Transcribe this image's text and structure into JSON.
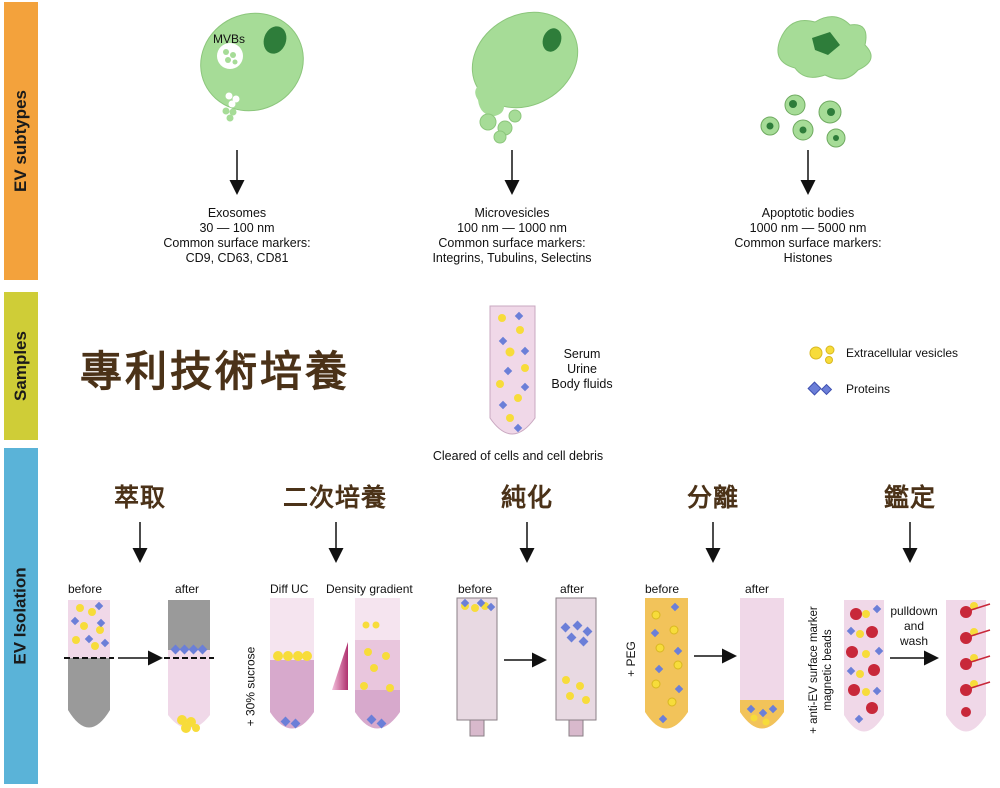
{
  "bands": {
    "subtypes": "EV subtypes",
    "samples": "Samples",
    "isolation": "EV Isolation"
  },
  "subtypes": [
    {
      "mvb_label": "MVBs",
      "lines": [
        "Exosomes",
        "30 — 100 nm",
        "Common surface markers:",
        "CD9, CD63, CD81"
      ]
    },
    {
      "lines": [
        "Microvesicles",
        "100 nm — 1000 nm",
        "Common surface markers:",
        "Integrins, Tubulins, Selectins"
      ]
    },
    {
      "lines": [
        "Apoptotic bodies",
        "1000 nm — 5000 nm",
        "Common surface markers:",
        "Histones"
      ]
    }
  ],
  "samples": {
    "title": "專利技術培養",
    "fluids": [
      "Serum",
      "Urine",
      "Body fluids"
    ],
    "cleared": "Cleared of cells and cell debris",
    "legend": {
      "vesicles": "Extracellular vesicles",
      "proteins": "Proteins"
    }
  },
  "isolation": {
    "steps": [
      "萃取",
      "二次培養",
      "純化",
      "分離",
      "鑑定"
    ],
    "before": "before",
    "after": "after",
    "diff_uc": "Diff UC",
    "density_gradient": "Density gradient",
    "sucrose": "+ 30% sucrose",
    "peg": "+ PEG",
    "beads": "+ anti-EV surface marker magnetic beads",
    "pulldown": [
      "pulldown",
      "and",
      "wash"
    ]
  },
  "colors": {
    "cell_green": "#a6dc97",
    "nucleus_green": "#2e7d3a",
    "vesicle_yellow": "#f7dc3a",
    "protein_blue": "#6b7fd8",
    "tube_pink": "#f0d8e8",
    "tube_gray": "#9a9a9a",
    "peg_orange": "#f2c35a",
    "bead_red": "#c8283a"
  }
}
